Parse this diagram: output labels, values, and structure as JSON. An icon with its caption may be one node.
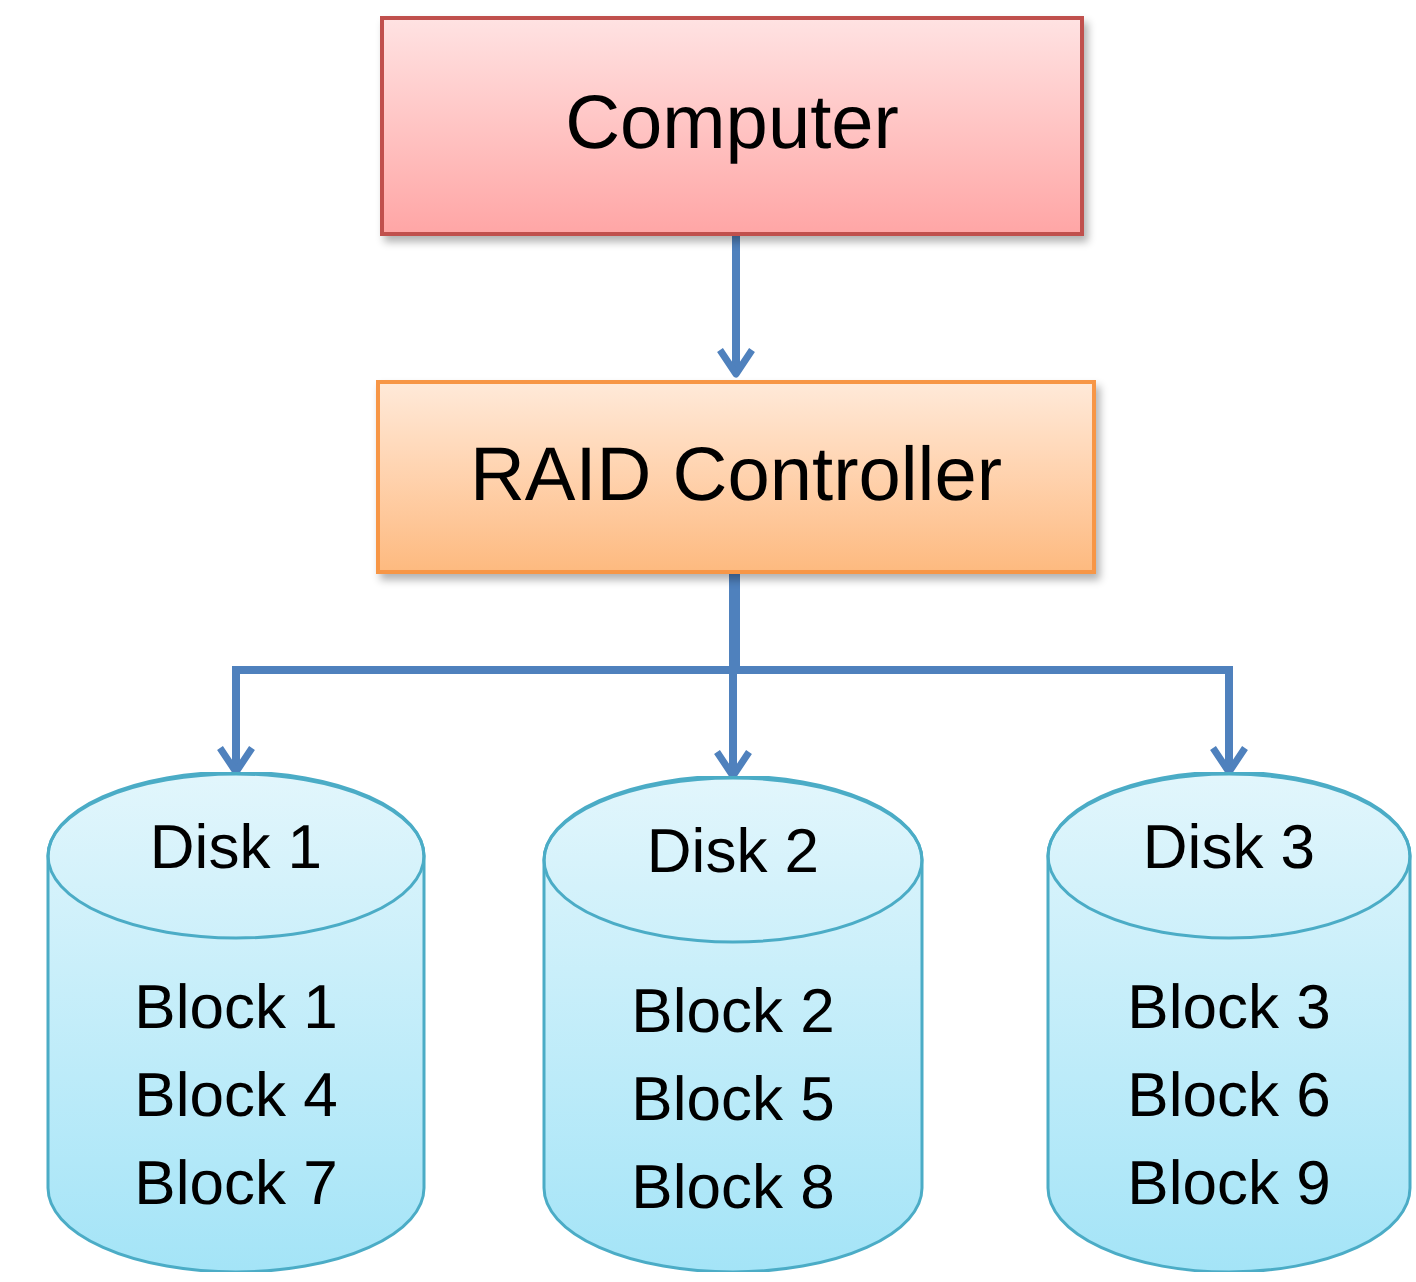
{
  "diagram": {
    "nodes": [
      {
        "text": [
          "Computer"
        ]
      },
      {
        "text": [
          "RAID Controller"
        ]
      },
      {
        "text": [
          "Disk 1",
          "Block 1",
          "Block 4",
          "Block 7"
        ]
      },
      {
        "text": [
          "Disk 2",
          "Block 2",
          "Block 5",
          "Block 8"
        ]
      },
      {
        "text": [
          "Disk 3",
          "Block 3",
          "Block 6",
          "Block 9"
        ]
      }
    ],
    "edges": [
      {
        "from": 0,
        "to": 1,
        "arrow": "to"
      },
      {
        "from": 1,
        "to": 2,
        "arrow": "to"
      },
      {
        "from": 1,
        "to": 3,
        "arrow": "to"
      },
      {
        "from": 1,
        "to": 4,
        "arrow": "to"
      }
    ]
  }
}
